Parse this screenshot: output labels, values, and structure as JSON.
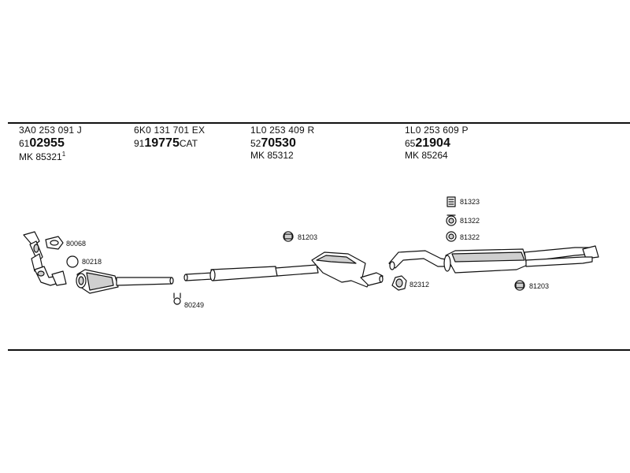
{
  "groups": [
    {
      "oem": "3A0 253 091 J",
      "prefix": "61",
      "number": "02955",
      "suffix": "",
      "kit": "MK 85321",
      "kit_mark": "1"
    },
    {
      "oem": "6K0 131 701 EX",
      "prefix": "91",
      "number": "19775",
      "suffix": "CAT",
      "kit": "",
      "kit_mark": ""
    },
    {
      "oem": "1L0 253 409 R",
      "prefix": "52",
      "number": "70530",
      "suffix": "",
      "kit": "MK 85312",
      "kit_mark": ""
    },
    {
      "oem": "1L0 253 609 P",
      "prefix": "65",
      "number": "21904",
      "suffix": "",
      "kit": "MK 85264",
      "kit_mark": ""
    }
  ],
  "callouts": {
    "c80068": "80068",
    "c80218": "80218",
    "c80249": "80249",
    "c81203a": "81203",
    "c82312": "82312",
    "c81323": "81323",
    "c81322a": "81322",
    "c81322b": "81322",
    "c81203b": "81203"
  },
  "colors": {
    "line": "#111111",
    "fill": "#ffffff",
    "shade": "#cfcfcf"
  }
}
